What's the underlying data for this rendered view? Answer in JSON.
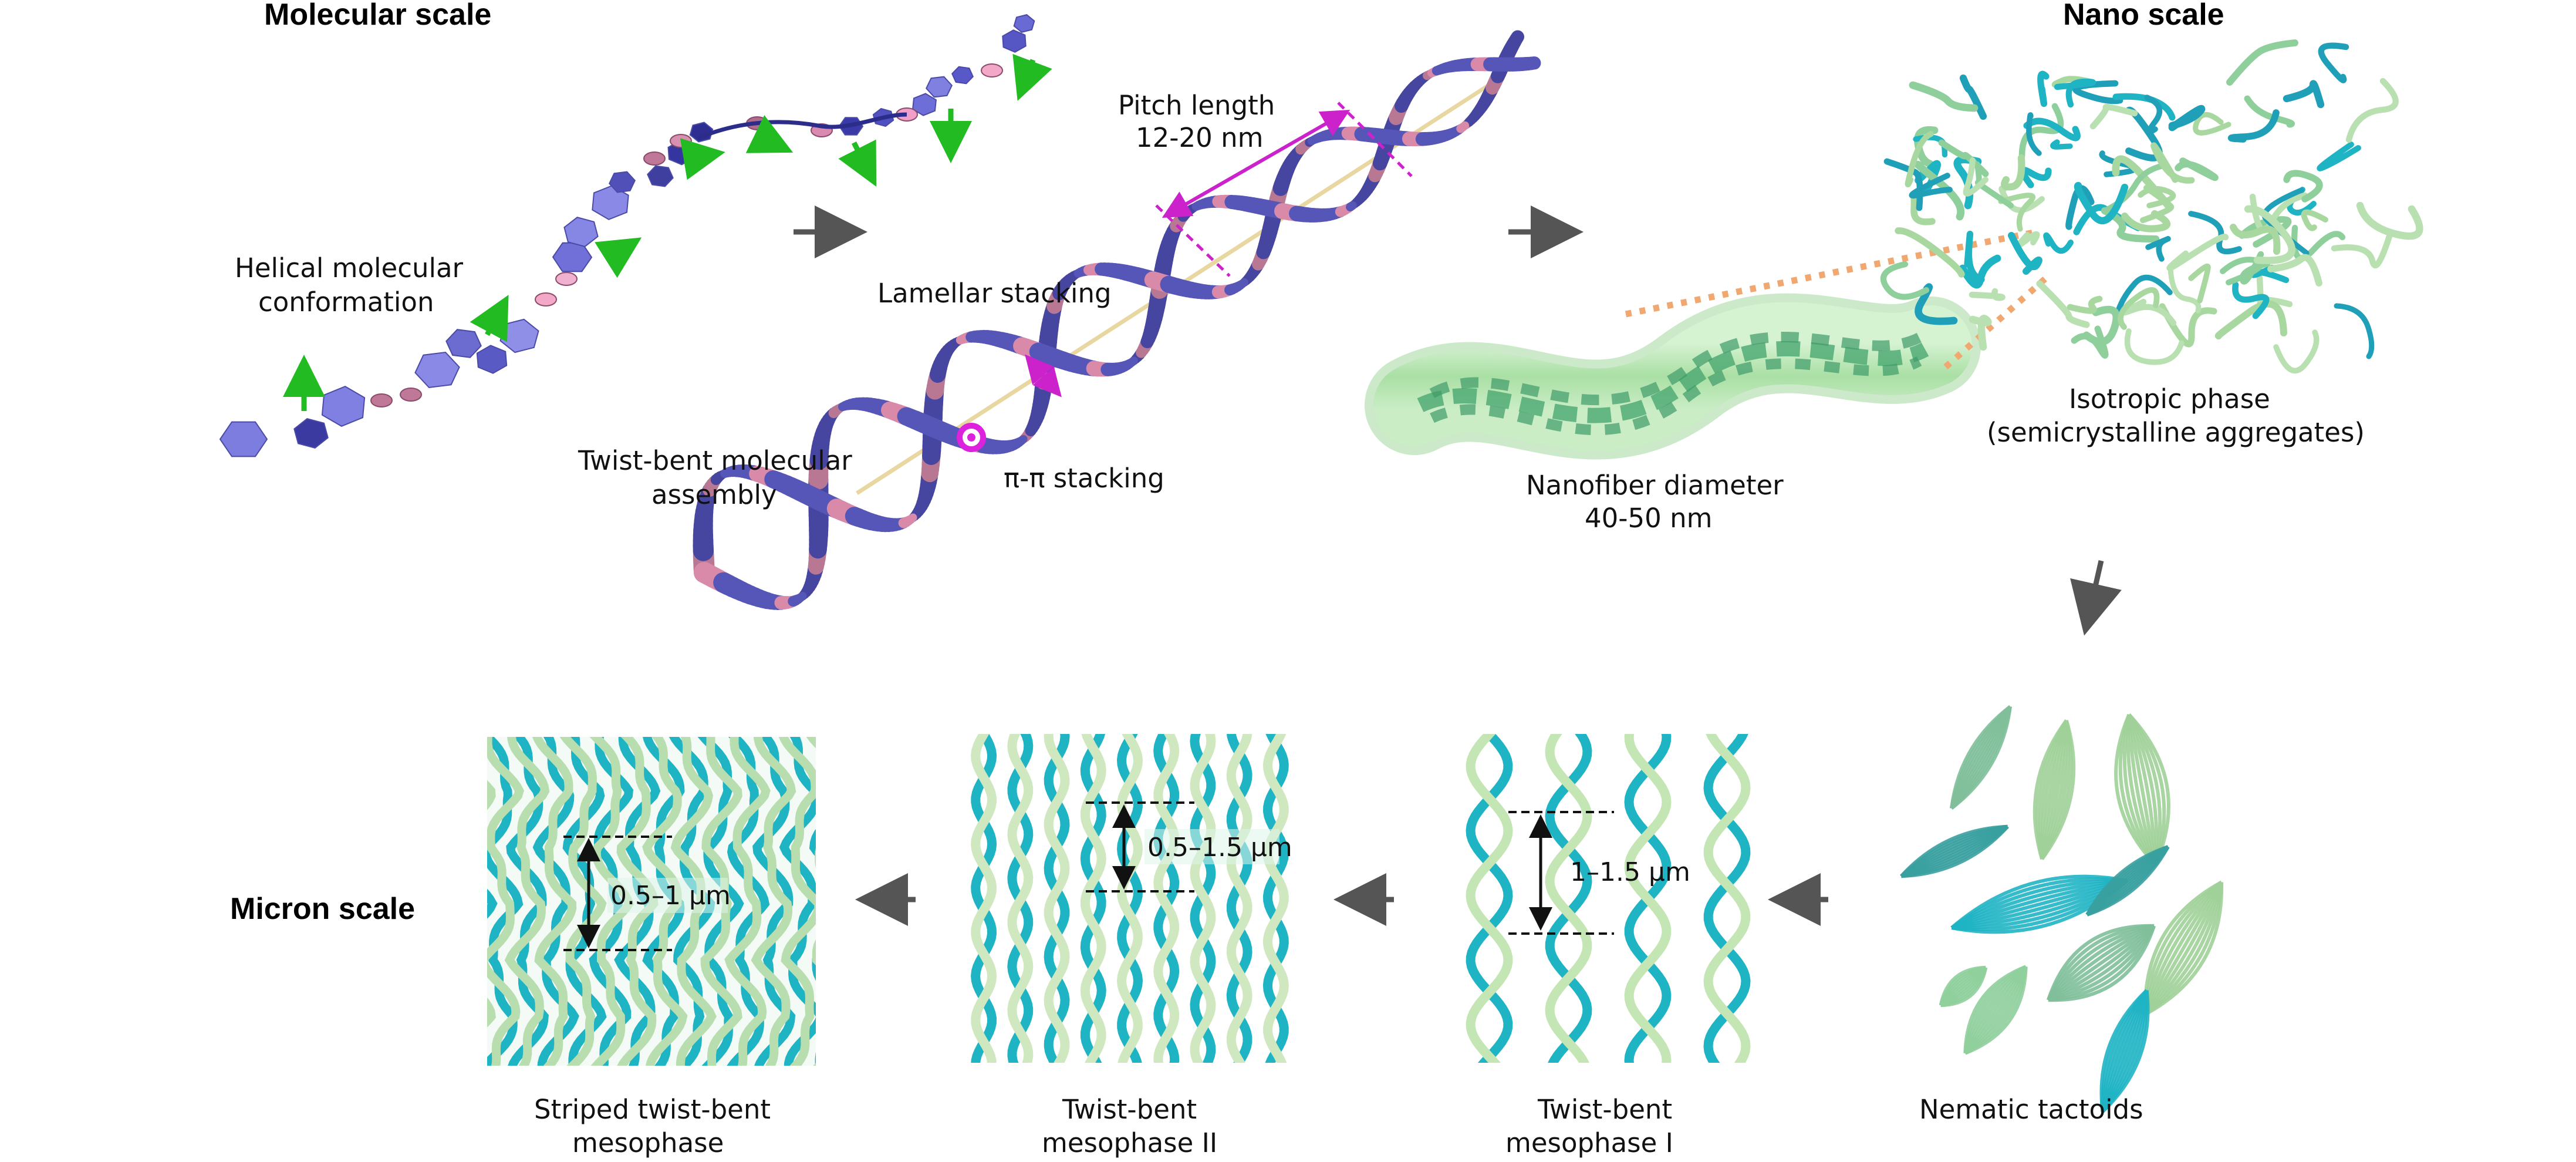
{
  "colors": {
    "scale_title": "#1f6fb5",
    "arrow": "#555555",
    "magenta": "#cc22cc",
    "green_arrow": "#22bb22",
    "ribbon": "#5656b8",
    "ribbon_pink": "#d88aa8",
    "cyan": "#1fb4c4",
    "light_green": "#a8d8a0",
    "orange_dots": "#f0a870"
  },
  "scales": {
    "molecular": "Molecular scale",
    "nano": "Nano scale",
    "micron": "Micron scale"
  },
  "labels": {
    "helical_1": "Helical molecular",
    "helical_2": "conformation",
    "lamellar": "Lamellar stacking",
    "twist_assembly_1": "Twist-bent molecular",
    "twist_assembly_2": "assembly",
    "pi_stacking": "π-π stacking",
    "pitch_1": "Pitch length",
    "pitch_2": "12-20 nm",
    "nanofiber_1": "Nanofiber diameter",
    "nanofiber_2": "40-50 nm",
    "isotropic_1": "Isotropic phase",
    "isotropic_2": "(semicrystalline aggregates)",
    "striped_1": "Striped twist-bent",
    "striped_2": "mesophase",
    "tb2_1": "Twist-bent",
    "tb2_2": "mesophase II",
    "tb1_1": "Twist-bent",
    "tb1_2": "mesophase I",
    "nematic": "Nematic tactoids"
  },
  "dimensions": {
    "striped": "0.5–1 μm",
    "tb2": "0.5–1.5 μm",
    "tb1": "1–1.5 μm"
  },
  "icons": [
    "hexagon-icon",
    "arrow-right-icon",
    "arrow-left-icon",
    "arrow-down-icon",
    "double-arrow-icon"
  ]
}
